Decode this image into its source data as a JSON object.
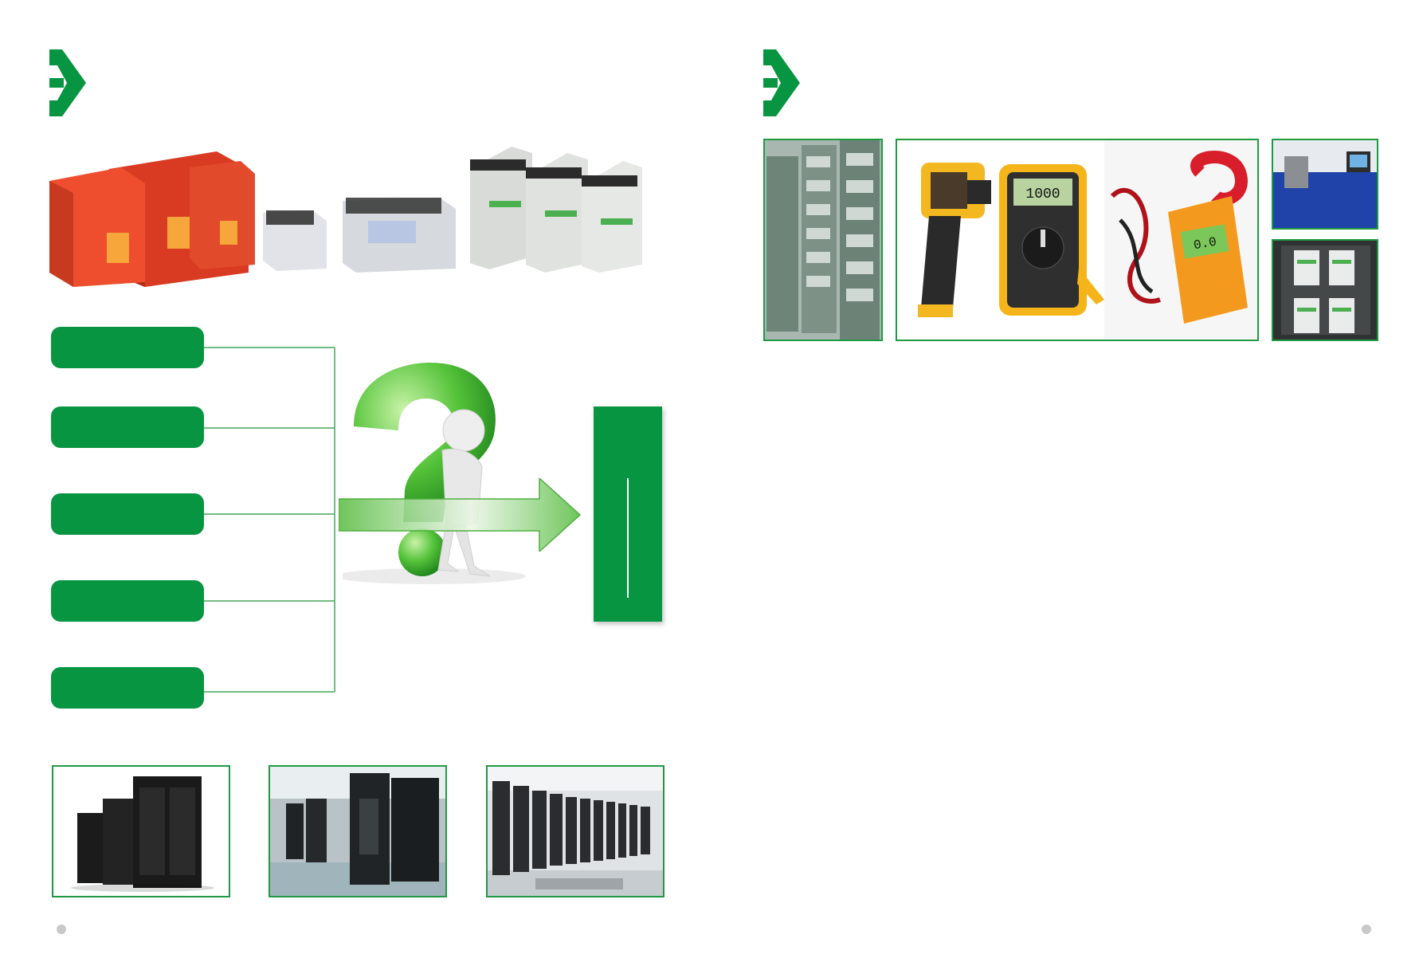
{
  "left_section": {
    "heading": "",
    "battery_groups": [
      {
        "name": "red-front-terminal-batteries",
        "color": "#e8482c"
      },
      {
        "name": "grey-vrla-batteries",
        "color": "#d9dbe0"
      },
      {
        "name": "white-front-terminal-batteries",
        "color": "#e6e8e6"
      }
    ],
    "factors": [
      "",
      "",
      "",
      "",
      ""
    ],
    "result_label": "",
    "scene_photos": [
      "ups-cabinets",
      "server-room-aisle",
      "data-center-racks"
    ]
  },
  "right_section": {
    "heading": "",
    "photos": [
      "battery-rack-room",
      "thermal-camera",
      "digital-multimeter",
      "clamp-meter",
      "lab-equipment",
      "battery-cabinet"
    ]
  },
  "colors": {
    "brand_green": "#079542",
    "frame_green": "#1f9a43",
    "line_green": "#43a65c"
  }
}
